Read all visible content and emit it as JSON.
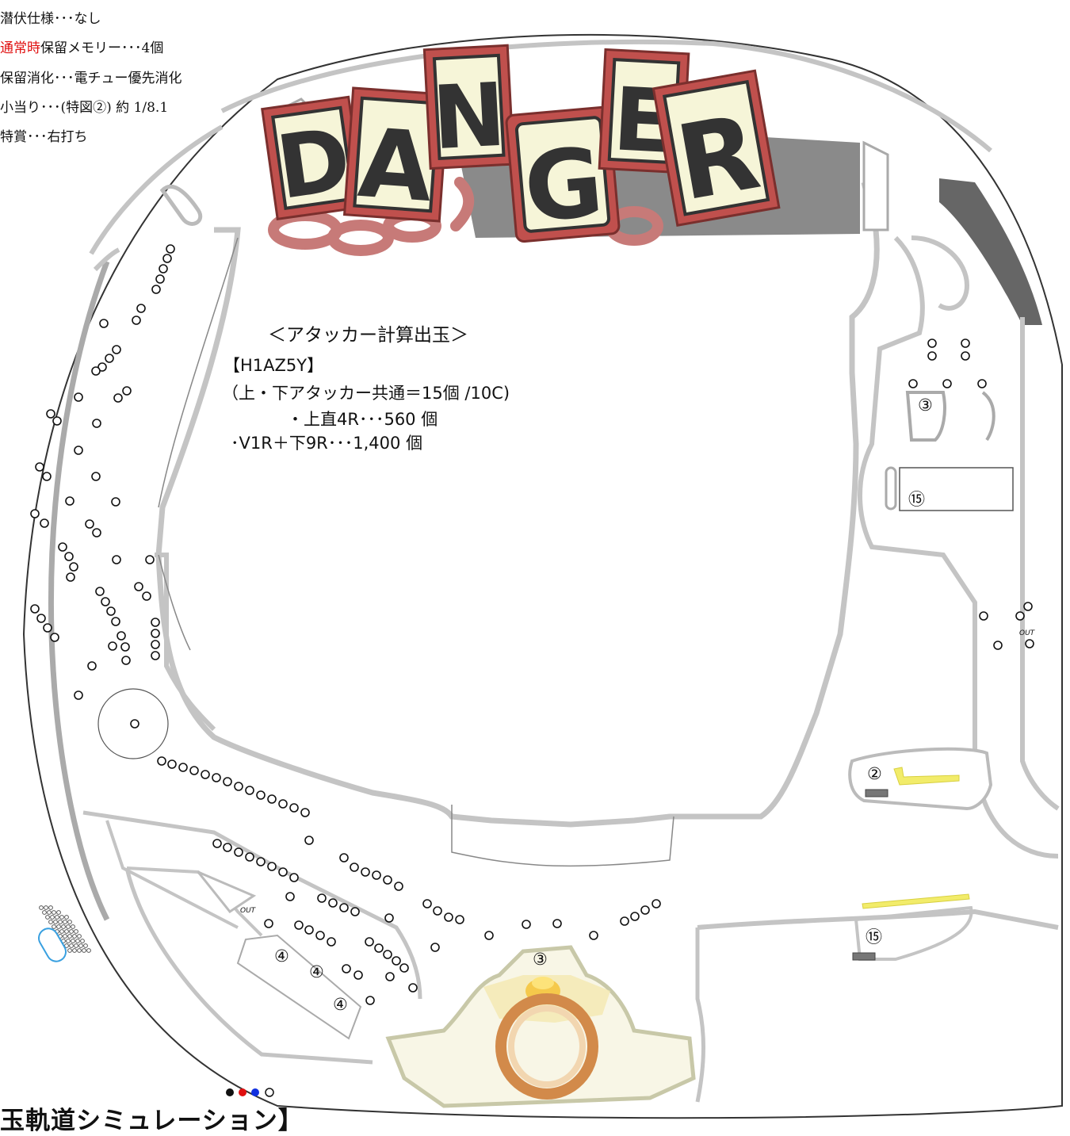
{
  "specs": {
    "line1": "潜伏仕様･･･なし",
    "line2_red": "通常時",
    "line2_rest": "保留メモリー･･･4個",
    "line3": "保留消化･･･電チュー優先消化",
    "line4": "小当り･･･(特図②) 約 1/8.1",
    "line5": "特賞･･･右打ち"
  },
  "calc": {
    "title": "＜アタッカー計算出玉＞",
    "model": "【H1AZ5Y】",
    "common": "（上・下アタッカー共通＝15個 /10C)",
    "upper": "・上直4R･･･560 個",
    "lower": "･V1R＋下9R･･･1,400 個"
  },
  "logo": {
    "text": "DANGER"
  },
  "labels": {
    "n3_top": "③",
    "n15_top": "⑮",
    "n2": "②",
    "n15_bottom": "⑮",
    "n3_center": "③",
    "n4a": "④",
    "n4b": "④",
    "n4c": "④",
    "out_right": "OUT",
    "out_left": "OUT"
  },
  "footer": {
    "title": "玉軌道シミュレーション】"
  },
  "colors": {
    "rail": "#c4c4c4",
    "logo_red": "#c0504d",
    "logo_cream": "#f6f5d8",
    "yellow": "#f2ec6a",
    "dark_panel": "#8a8a8a"
  }
}
